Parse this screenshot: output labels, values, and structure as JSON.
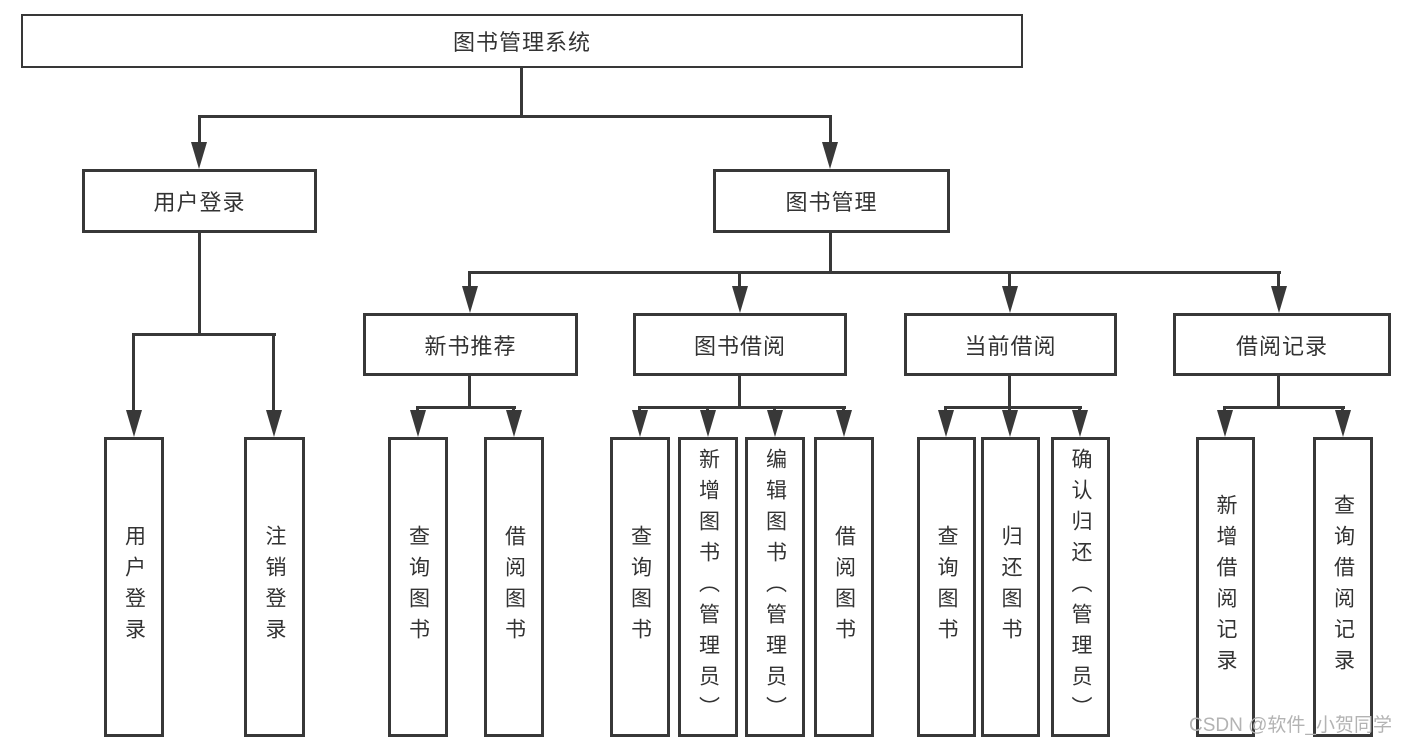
{
  "diagram": {
    "title": "图书管理系统",
    "root": {
      "label": "图书管理系统"
    },
    "branches": [
      {
        "label": "用户登录",
        "children": [
          "用户登录",
          "注销登录"
        ]
      },
      {
        "label": "图书管理",
        "sections": [
          {
            "label": "新书推荐",
            "children": [
              "查询图书",
              "借阅图书"
            ]
          },
          {
            "label": "图书借阅",
            "children": [
              "查询图书",
              "新增图书（管理员）",
              "编辑图书（管理员）",
              "借阅图书"
            ]
          },
          {
            "label": "当前借阅",
            "children": [
              "查询图书",
              "归还图书",
              "确认归还（管理员）"
            ]
          },
          {
            "label": "借阅记录",
            "children": [
              "新增借阅记录",
              "查询借阅记录"
            ]
          }
        ]
      }
    ]
  },
  "watermark": {
    "text": "CSDN @软件_小贺同学"
  },
  "colors": {
    "line": "#383838",
    "box_border": "#383838",
    "text": "#333333",
    "watermark": "#b3b3b3",
    "background": "#ffffff"
  }
}
